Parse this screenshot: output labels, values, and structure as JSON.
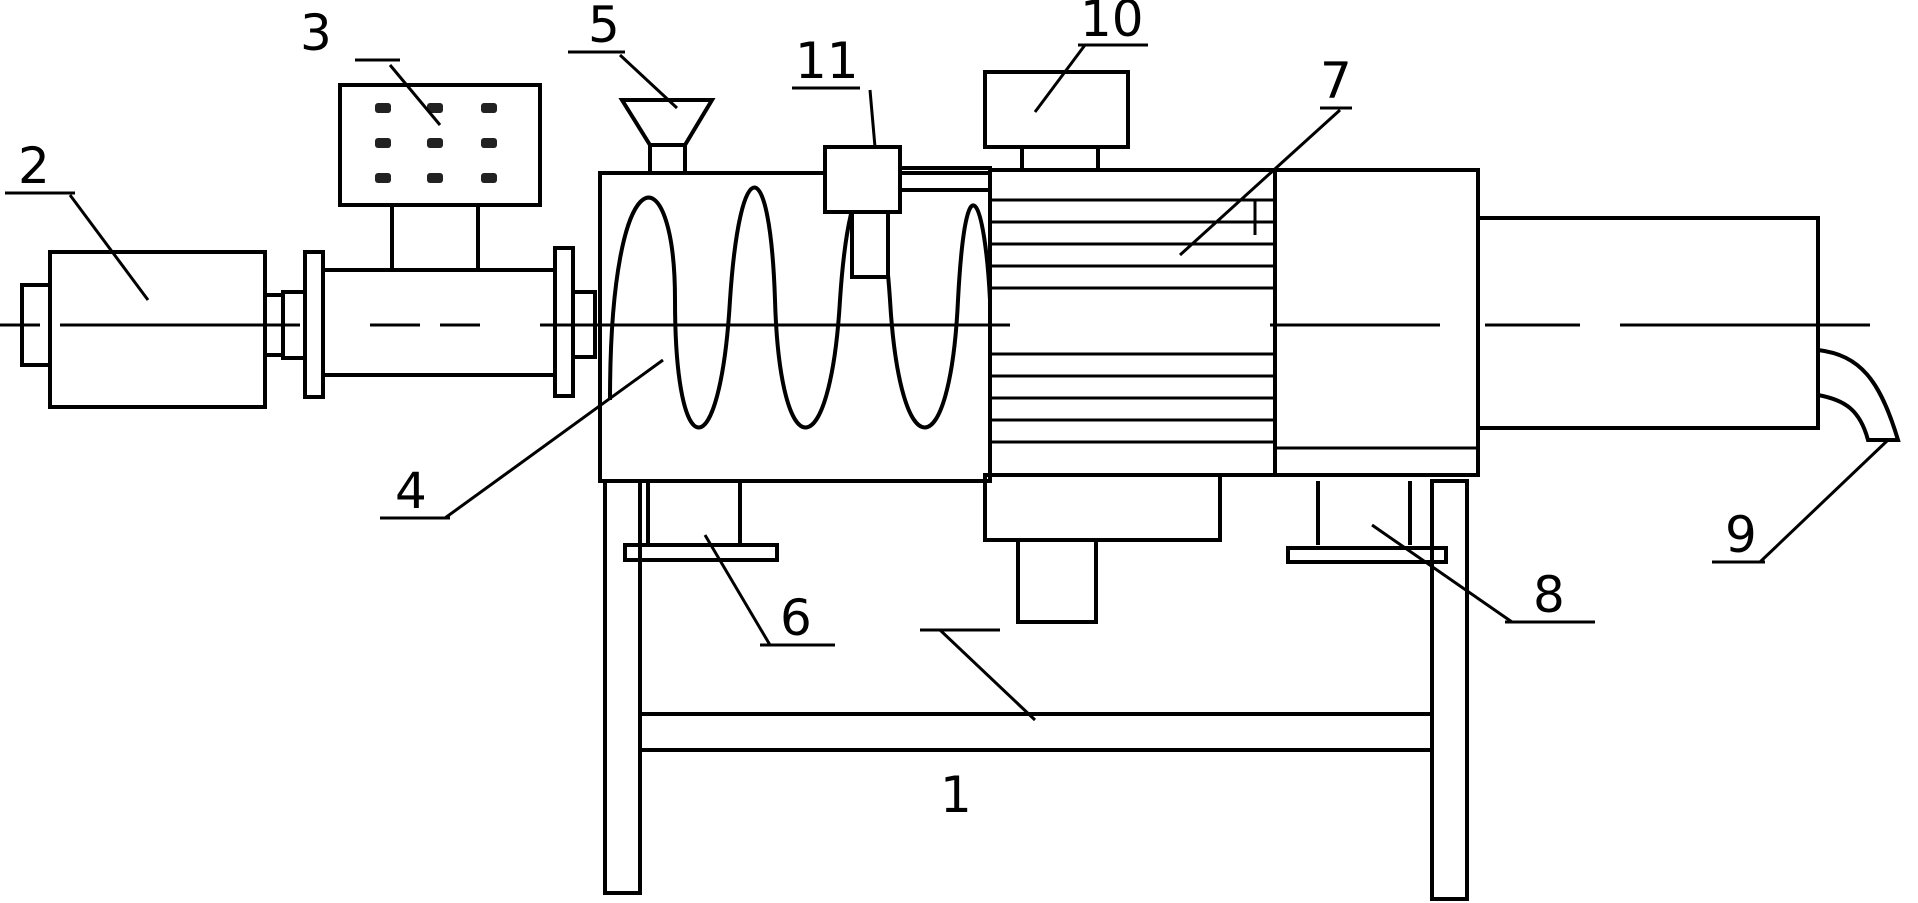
{
  "labels": {
    "frame": "1",
    "motor": "2",
    "control_box": "3",
    "screw_conveyor": "4",
    "hopper": "5",
    "support_left": "6",
    "screen_section": "7",
    "support_right": "8",
    "outlet_pipe": "9",
    "drive_unit": "10",
    "sensor_valve": "11"
  }
}
